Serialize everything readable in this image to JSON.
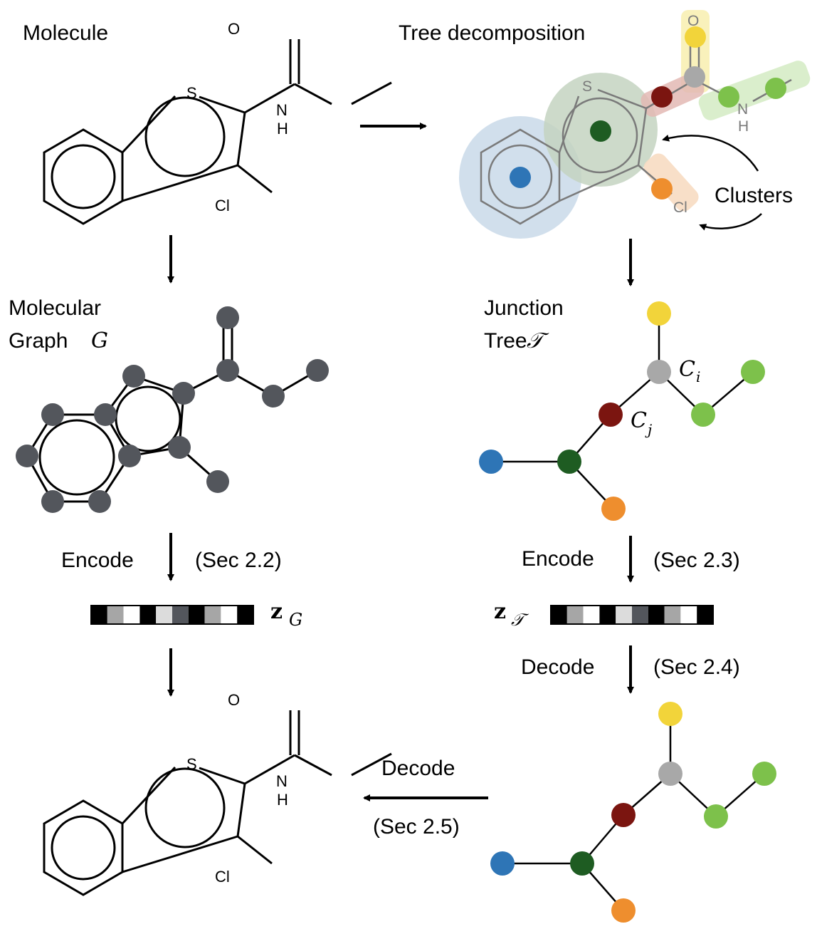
{
  "labels": {
    "molecule": "Molecule",
    "tree_decomposition": "Tree decomposition",
    "clusters": "Clusters",
    "molecular_graph_line1": "Molecular",
    "molecular_graph_line2": "Graph",
    "junction_tree_line1": "Junction",
    "junction_tree_line2": "Tree",
    "encode_left": "Encode",
    "encode_left_sec": "(Sec 2.2)",
    "encode_right": "Encode",
    "encode_right_sec": "(Sec 2.3)",
    "decode_right": "Decode",
    "decode_right_sec": "(Sec 2.4)",
    "decode_bottom": "Decode",
    "decode_bottom_sec": "(Sec 2.5)"
  },
  "math": {
    "graph_symbol": "G",
    "tree_symbol": "𝒯",
    "ci_main": "C",
    "ci_sub": "i",
    "cj_main": "C",
    "cj_sub": "j",
    "zg_main": "z",
    "zg_sub": "G",
    "zt_main": "z",
    "zt_sub": "𝒯"
  },
  "atoms": {
    "sulfur": "S",
    "oxygen": "O",
    "nitrogen": "N",
    "hydrogen": "H",
    "chlorine": "Cl"
  },
  "colors": {
    "atom_gray": "#53565c",
    "tree_blue": "#2e75b6",
    "tree_darkgreen": "#1e5c22",
    "tree_darkred": "#7b1510",
    "tree_gray": "#a8a8a8",
    "tree_yellow": "#f2d43a",
    "tree_lightgreen": "#7dc14b",
    "tree_orange": "#ee8e2e",
    "cluster_blue": "#c9d9e9",
    "cluster_green": "#c4d3c1",
    "cluster_red": "#e3b9b4",
    "cluster_yellow": "#f8efb4",
    "cluster_lightgreen": "#d6ecc6",
    "cluster_orange": "#f7dcc2"
  },
  "latent_vector": [
    "#000000",
    "#a6a6a6",
    "#ffffff",
    "#000000",
    "#dcdcdc",
    "#53565c",
    "#000000",
    "#a6a6a6",
    "#ffffff",
    "#000000"
  ]
}
